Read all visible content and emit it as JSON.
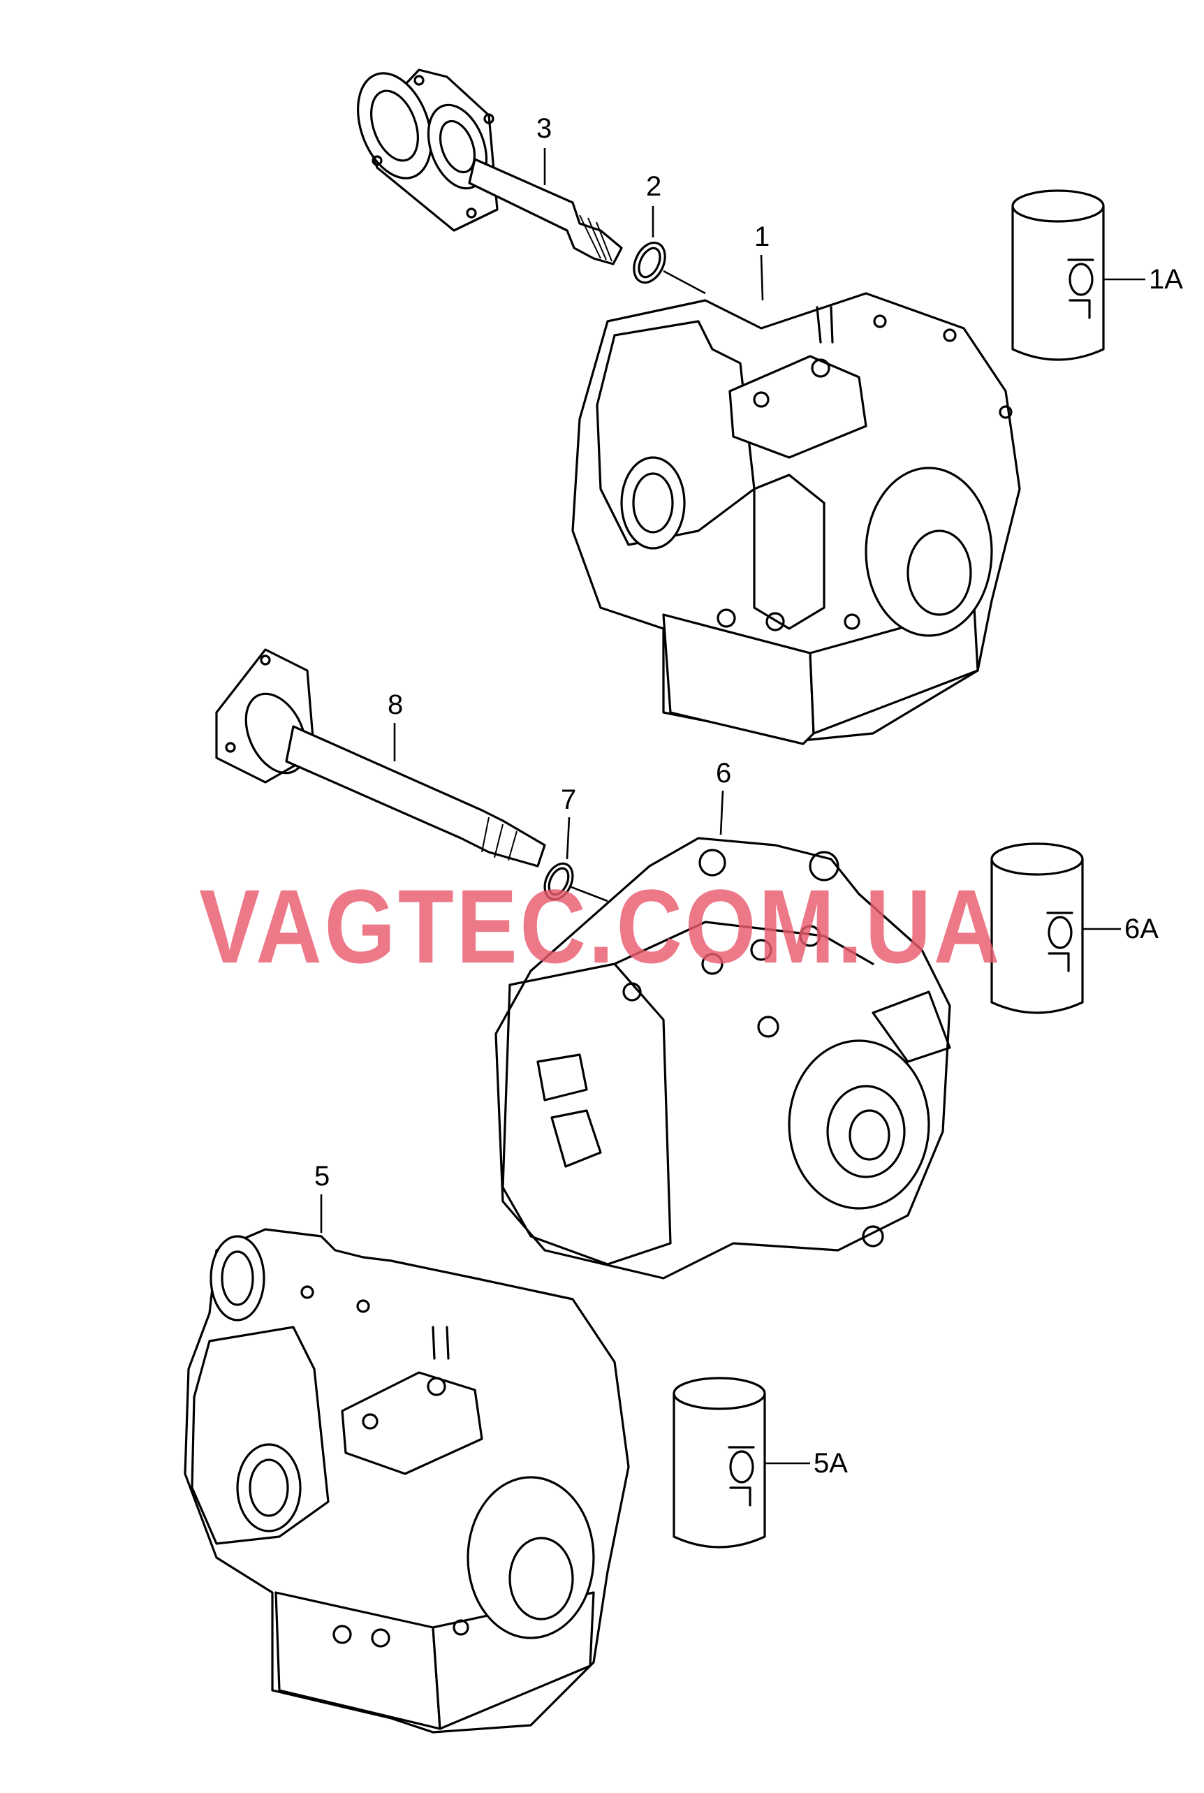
{
  "watermark": "VAGTEC.COM.UA",
  "colors": {
    "line": "#000000",
    "watermark": "#e85a6e",
    "background": "#ffffff"
  },
  "callouts": {
    "c1": "1",
    "c1A": "1A",
    "c2": "2",
    "c3": "3",
    "c5": "5",
    "c5A": "5A",
    "c6": "6",
    "c6A": "6A",
    "c7": "7",
    "c8": "8"
  },
  "parts": [
    "automatic-gearbox-1",
    "oil-can-1A",
    "o-ring-2",
    "flange-shaft-3",
    "automatic-gearbox-5",
    "oil-can-5A",
    "automatic-gearbox-6",
    "oil-can-6A",
    "o-ring-7",
    "flange-shaft-8"
  ]
}
